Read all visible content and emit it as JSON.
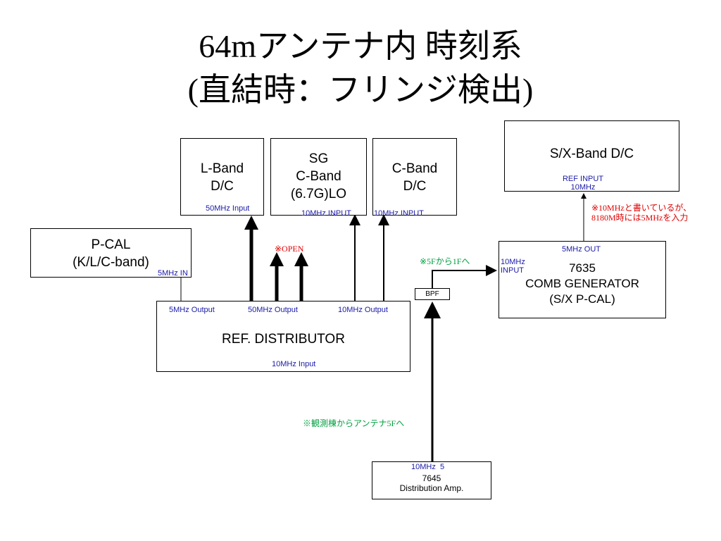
{
  "title": {
    "line1": "64mアンテナ内 時刻系",
    "line2": "(直結時：フリンジ検出)"
  },
  "blocks": {
    "lband": "L-Band\nD/C",
    "lband_input": "50MHz Input",
    "sg": "SG\nC-Band\n(6.7G)LO",
    "sg_input": "10MHz INPUT",
    "cband": "C-Band\nD/C",
    "cband_input": "10MHz INPUT",
    "sx_dc": "S/X-Band D/C",
    "sx_ref_input": "REF INPUT\n10MHz",
    "pcal": "P-CAL\n(K/L/C-band)",
    "pcal_input": "5MHz IN",
    "ref_dist": "REF. DISTRIBUTOR",
    "ref_out_5": "5MHz Output",
    "ref_out_50": "50MHz Output",
    "ref_out_10": "10MHz Output",
    "ref_input": "10MHz Input",
    "comb": "7635\nCOMB GENERATOR\n(S/X P-CAL)",
    "comb_out": "5MHz OUT",
    "comb_in": "10MHz\nINPUT",
    "bpf": "BPF",
    "amp_out": "10MHz  5",
    "amp": "7645\nDistribution Amp."
  },
  "notes": {
    "open": "※OPEN",
    "floor": "※5Fから1Fへ",
    "building": "※観測棟からアンテナ5Fへ",
    "sx_note": "※10MHzと書いているが、\n8180M時には5MHzを入力"
  },
  "colors": {
    "label_blue": "#1a1aa8",
    "note_red": "#e00000",
    "note_green": "#00a040"
  }
}
